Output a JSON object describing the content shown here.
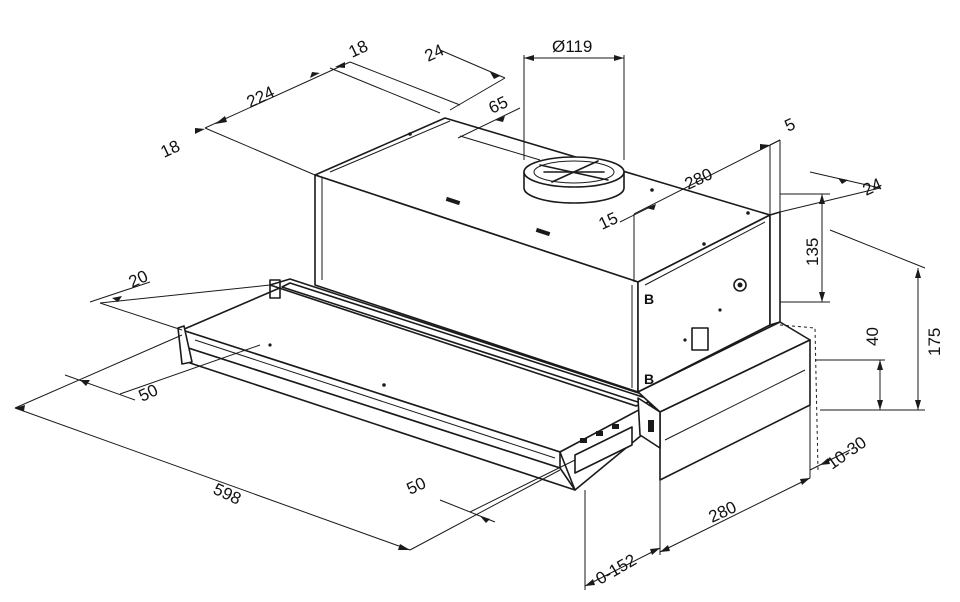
{
  "dimensions": {
    "d18_top": "18",
    "d24_top": "24",
    "d119": "Ø119",
    "d224": "224",
    "d65": "65",
    "d18_left": "18",
    "d5": "5",
    "d280_top": "280",
    "d24_right": "24",
    "d15": "15",
    "d135": "135",
    "d40": "40",
    "d175": "175",
    "d20": "20",
    "d50_left": "50",
    "d598": "598",
    "d50_front": "50",
    "d280_bottom": "280",
    "d10_30": "10-30",
    "d0_152": "0-152"
  },
  "markers": {
    "b_upper": "B",
    "b_lower": "B"
  }
}
